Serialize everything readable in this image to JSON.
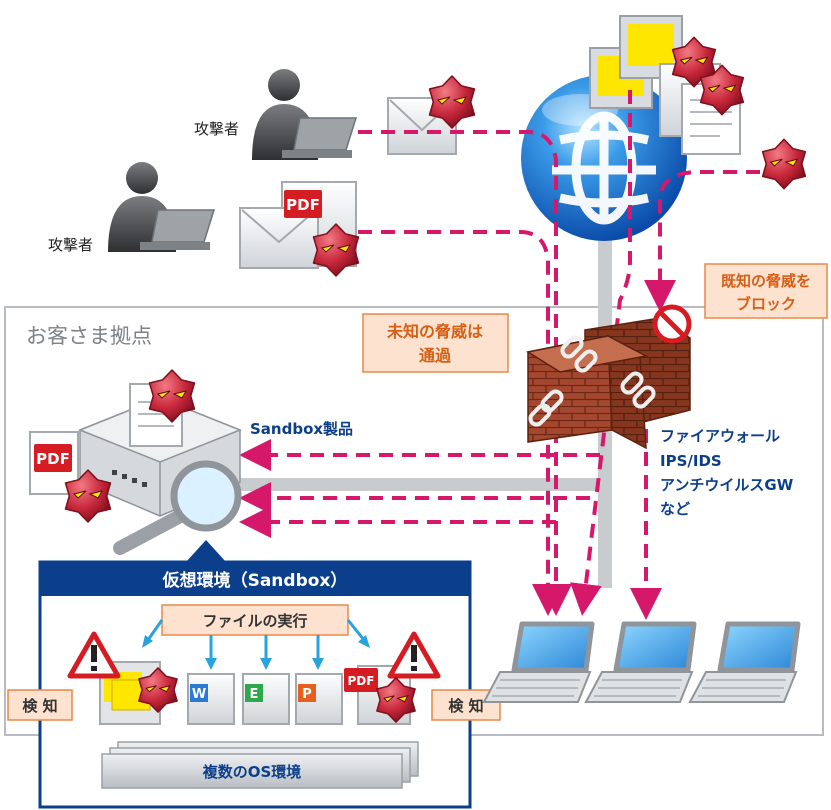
{
  "attackers": {
    "top_label": "攻撃者",
    "bottom_label": "攻撃者"
  },
  "pdf_label": "PDF",
  "site": {
    "title": "お客さま拠点"
  },
  "callouts": {
    "unknown_line1": "未知の脅威は",
    "unknown_line2": "通過",
    "known_line1": "既知の脅威を",
    "known_line2": "ブロック"
  },
  "sandbox_product_label": "Sandbox製品",
  "gateway_labels": [
    "ファイアウォール",
    "IPS/IDS",
    "アンチウイルスGW",
    "など"
  ],
  "sandbox_env": {
    "title": "仮想環境（Sandbox）",
    "exec_label": "ファイルの実行",
    "detect_left": "検 知",
    "detect_right": "検 知",
    "os_label": "複数のOS環境",
    "file_letters": [
      "W",
      "E",
      "P"
    ]
  },
  "colors": {
    "threat_path": "#d6186b",
    "callout_fill": "#fde3cf",
    "callout_border": "#e8884a",
    "callout_text": "#d85e16",
    "label_blue": "#0c3f8a",
    "sandbox_title_bg": "#0b3f8c",
    "exec_arrow": "#29a3de",
    "virus": "#c6263a",
    "globe": "#1f7ad6"
  },
  "icons": [
    "attacker-icon",
    "mail-icon",
    "pdf-icon",
    "virus-icon",
    "globe-icon",
    "monitor-icon",
    "document-icon",
    "firewall-icon",
    "broken-link-icon",
    "block-icon",
    "sandbox-appliance-icon",
    "magnifier-icon",
    "warning-icon",
    "laptop-icon"
  ]
}
